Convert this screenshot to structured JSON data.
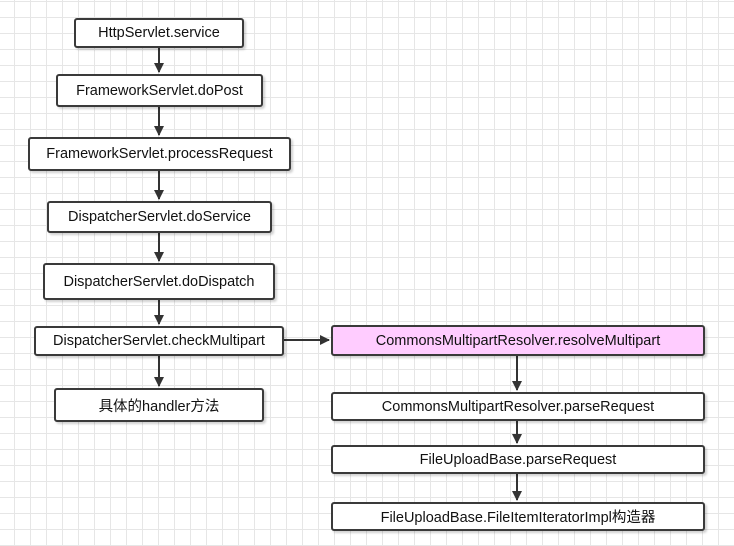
{
  "diagram": {
    "highlight_color": "#ffccff",
    "nodes": [
      {
        "id": "n1",
        "label": "HttpServlet.service"
      },
      {
        "id": "n2",
        "label": "FrameworkServlet.doPost"
      },
      {
        "id": "n3",
        "label": "FrameworkServlet.processRequest"
      },
      {
        "id": "n4",
        "label": "DispatcherServlet.doService"
      },
      {
        "id": "n5",
        "label": "DispatcherServlet.doDispatch"
      },
      {
        "id": "n6",
        "label": "DispatcherServlet.checkMultipart"
      },
      {
        "id": "n7",
        "label": "具体的handler方法"
      },
      {
        "id": "n8",
        "label": "CommonsMultipartResolver.resolveMultipart"
      },
      {
        "id": "n9",
        "label": "CommonsMultipartResolver.parseRequest"
      },
      {
        "id": "n10",
        "label": "FileUploadBase.parseRequest"
      },
      {
        "id": "n11",
        "label": "FileUploadBase.FileItemIteratorImpl构造器"
      }
    ],
    "edges": [
      {
        "from": "n1",
        "to": "n2"
      },
      {
        "from": "n2",
        "to": "n3"
      },
      {
        "from": "n3",
        "to": "n4"
      },
      {
        "from": "n4",
        "to": "n5"
      },
      {
        "from": "n5",
        "to": "n6"
      },
      {
        "from": "n6",
        "to": "n7"
      },
      {
        "from": "n6",
        "to": "n8"
      },
      {
        "from": "n8",
        "to": "n9"
      },
      {
        "from": "n9",
        "to": "n10"
      },
      {
        "from": "n10",
        "to": "n11"
      }
    ]
  }
}
